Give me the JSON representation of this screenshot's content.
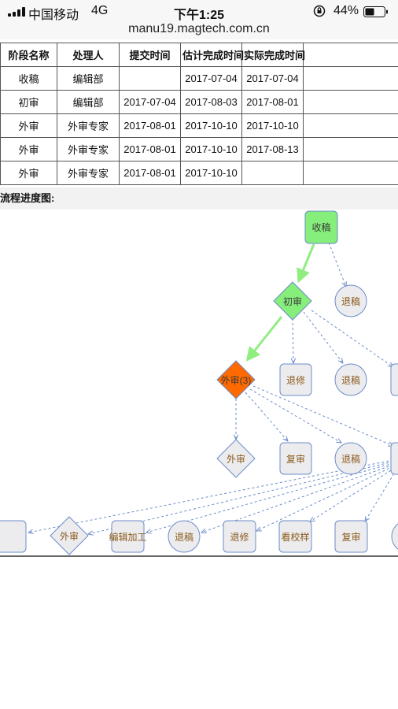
{
  "status_bar": {
    "carrier": "中国移动",
    "network": "4G",
    "time": "下午1:25",
    "battery": "44%"
  },
  "url": "manu19.magtech.com.cn",
  "table": {
    "headers": [
      "阶段名称",
      "处理人",
      "提交时间",
      "估计完成时间",
      "实际完成时间"
    ],
    "rows": [
      [
        "收稿",
        "编辑部",
        "",
        "2017-07-04",
        "2017-07-04"
      ],
      [
        "初审",
        "编辑部",
        "2017-07-04",
        "2017-08-03",
        "2017-08-01"
      ],
      [
        "外审",
        "外审专家",
        "2017-08-01",
        "2017-10-10",
        "2017-10-10"
      ],
      [
        "外审",
        "外审专家",
        "2017-08-01",
        "2017-10-10",
        "2017-08-13"
      ],
      [
        "外审",
        "外审专家",
        "2017-08-01",
        "2017-10-10",
        ""
      ]
    ]
  },
  "flow": {
    "title": "流程进度图:",
    "nodes": {
      "receive": "收稿",
      "initial_review": "初审",
      "reject_1": "退稿",
      "external_review": "外审(3)",
      "revise_1": "退修",
      "reject_2": "退稿",
      "external_review_2": "外审",
      "re_review": "复审",
      "reject_3": "退稿",
      "b_external": "外审",
      "b_edit": "编辑加工",
      "b_reject": "退稿",
      "b_revise": "退修",
      "b_proof": "看校样",
      "b_re_review": "复审"
    },
    "colors": {
      "done": "#86ee7a",
      "current": "#ff6a00",
      "pending": "#ececef",
      "border": "#6b8cc8",
      "edge_done": "#90ee80",
      "edge_dash": "#6b8cc8"
    }
  }
}
